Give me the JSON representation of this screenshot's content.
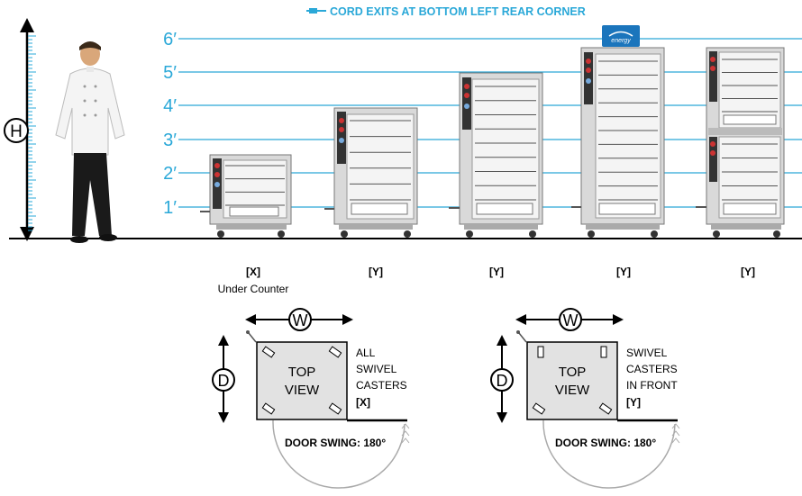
{
  "header": {
    "cord_note": "CORD EXITS AT BOTTOM LEFT REAR CORNER"
  },
  "height_axis": {
    "symbol": "H",
    "levels": [
      "1′",
      "2′",
      "3′",
      "4′",
      "5′",
      "6′"
    ]
  },
  "cabinets": [
    {
      "code": "[X]",
      "sublabel": "Under Counter",
      "shelves": 4
    },
    {
      "code": "[Y]",
      "sublabel": "",
      "shelves": 6
    },
    {
      "code": "[Y]",
      "sublabel": "",
      "shelves": 9
    },
    {
      "code": "[Y]",
      "sublabel": "",
      "shelves": 11
    },
    {
      "code": "[Y]",
      "sublabel": "",
      "shelves": 5
    }
  ],
  "energy_star": {
    "label": "energy"
  },
  "top_views": [
    {
      "width_symbol": "W",
      "depth_symbol": "D",
      "box_line1": "TOP",
      "box_line2": "VIEW",
      "note_lines": [
        "ALL",
        "SWIVEL",
        "CASTERS"
      ],
      "note_code": "[X]",
      "door_swing": "DOOR SWING: 180°"
    },
    {
      "width_symbol": "W",
      "depth_symbol": "D",
      "box_line1": "TOP",
      "box_line2": "VIEW",
      "note_lines": [
        "SWIVEL",
        "CASTERS",
        "IN FRONT"
      ],
      "note_code": "[Y]",
      "door_swing": "DOOR SWING: 180°"
    }
  ],
  "colors": {
    "accent": "#2aa8d8",
    "line": "#000000",
    "box_fill": "#e2e2e2",
    "cabinet": "#d9d9d9"
  }
}
